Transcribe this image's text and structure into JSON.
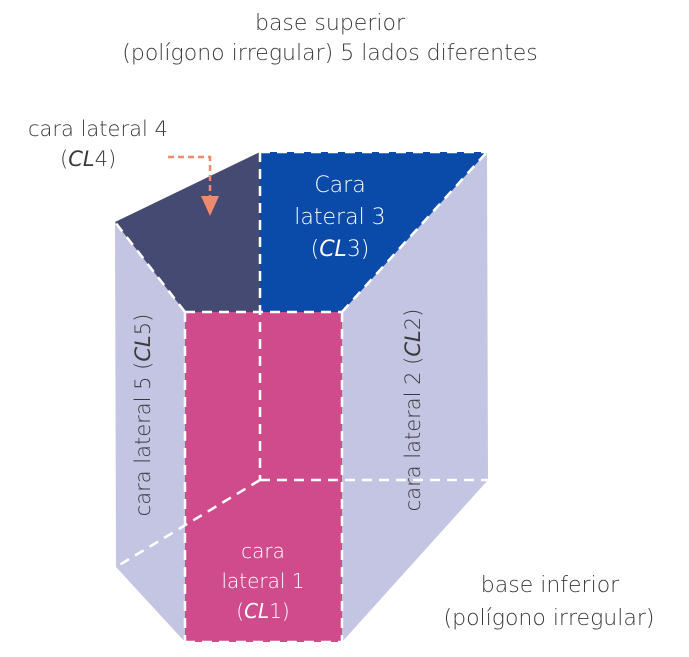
{
  "labels": {
    "top_base_line1": "base superior",
    "top_base_line2": "(polígono irregular) 5 lados diferentes",
    "face4_line1": "cara lateral 4",
    "face4_line2_a": "(",
    "face4_line2_it": "CL",
    "face4_line2_b": "4)",
    "face3_line1": "Cara",
    "face3_line2": "lateral 3",
    "face3_line3_a": "(",
    "face3_line3_it": "CL",
    "face3_line3_b": "3)",
    "face5_a": "cara lateral 5 (",
    "face5_it": "CL",
    "face5_b": "5)",
    "face2_a": "cara lateral 2 (",
    "face2_it": "CL",
    "face2_b": "2)",
    "face1_line1": "cara",
    "face1_line2": "lateral 1",
    "face1_line3_a": "(",
    "face1_line3_it": "CL",
    "face1_line3_b": "1)",
    "bottom_base_line1": "base inferior",
    "bottom_base_line2": "(polígono irregular)"
  },
  "colors": {
    "light_face": "#c3c5e3",
    "face1": "#cf4b8c",
    "face3": "#0a4aa8",
    "face4": "#454a73",
    "arrow": "#ee8a6e",
    "edge": "#ffffff",
    "text": "#3a3a3a"
  }
}
